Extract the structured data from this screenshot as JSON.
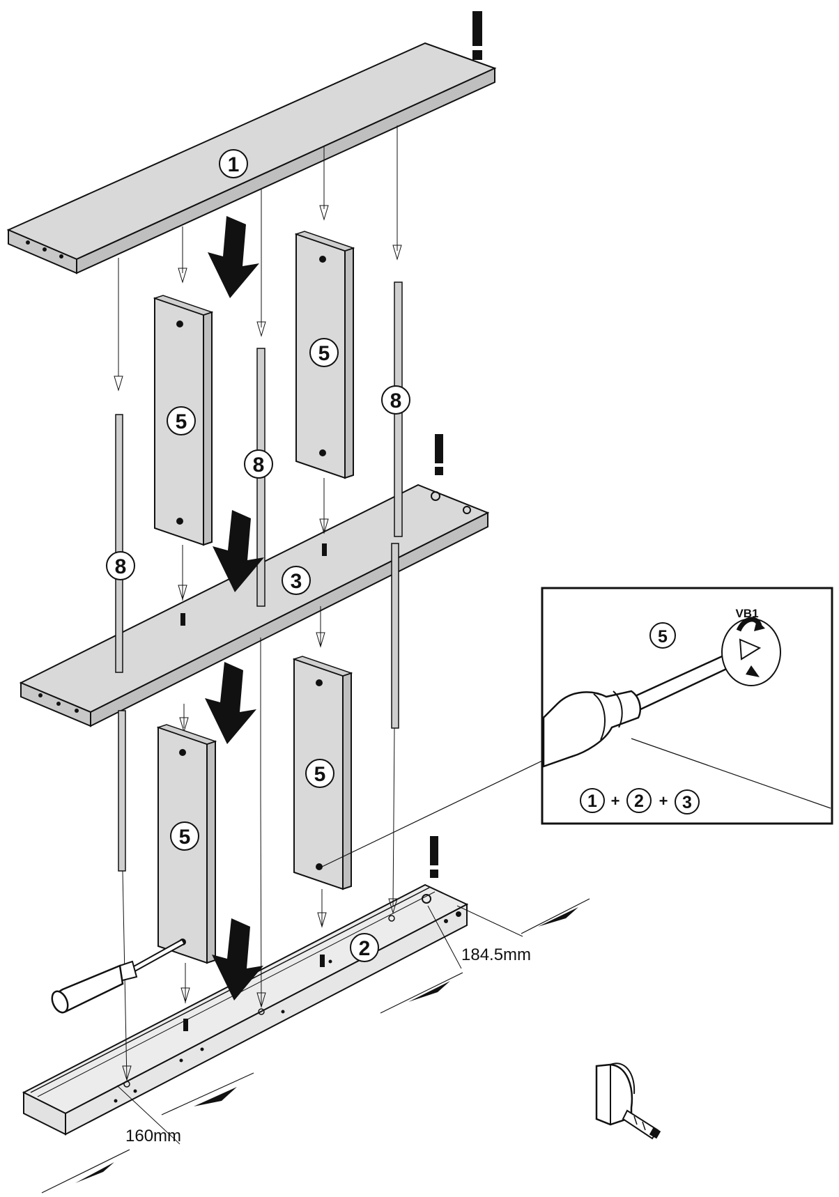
{
  "parts": {
    "top_board": "1",
    "middle_board": "3",
    "bottom_board": "2",
    "side_panel": "5",
    "dowel_rod": "8"
  },
  "dimensions": {
    "front_offset": "160mm",
    "back_offset": "184.5mm"
  },
  "detail": {
    "panel_label": "5",
    "screw_code": "VB1",
    "combo": [
      "1",
      "2",
      "3"
    ],
    "plus_sign": "+"
  },
  "icons": {
    "warning": "exclamation-icon",
    "down_arrow": "down-arrow-icon",
    "screwdriver": "screwdriver-icon",
    "tape_measure": "tape-measure-icon"
  },
  "colors": {
    "board_fill": "#d9d9d9",
    "board_edge": "#bdbdbd",
    "stroke": "#111111",
    "arrow_fill": "#111111",
    "background": "#ffffff"
  }
}
